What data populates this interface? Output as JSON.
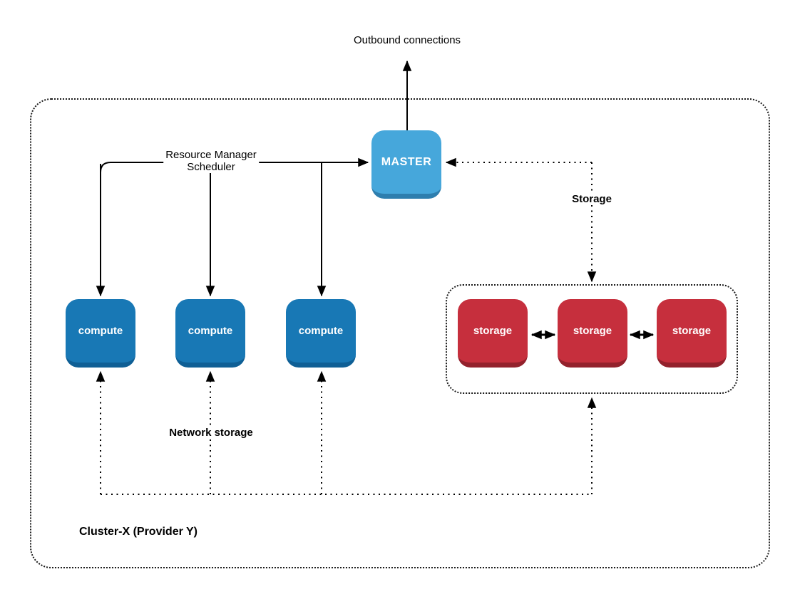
{
  "colors": {
    "line": "#000000",
    "master-fill": "#46A7DB",
    "master-edge": "#2E7EAE",
    "compute-fill": "#1878B5",
    "compute-edge": "#0F5F95",
    "storage-fill": "#C62F3D",
    "storage-edge": "#93212C",
    "canvas-bg": "#FFFFFF",
    "text": "#000000",
    "border-dots": "#1A1A1A"
  },
  "labels": {
    "outbound": "Outbound connections",
    "resource_manager_line1": "Resource Manager",
    "resource_manager_line2": "Scheduler",
    "storage_edge": "Storage",
    "network_storage": "Network storage",
    "cluster_title": "Cluster-X (Provider Y)"
  },
  "nodes": {
    "master": {
      "label": "MASTER"
    },
    "compute": [
      {
        "label": "compute"
      },
      {
        "label": "compute"
      },
      {
        "label": "compute"
      }
    ],
    "storage": [
      {
        "label": "storage"
      },
      {
        "label": "storage"
      },
      {
        "label": "storage"
      }
    ]
  }
}
